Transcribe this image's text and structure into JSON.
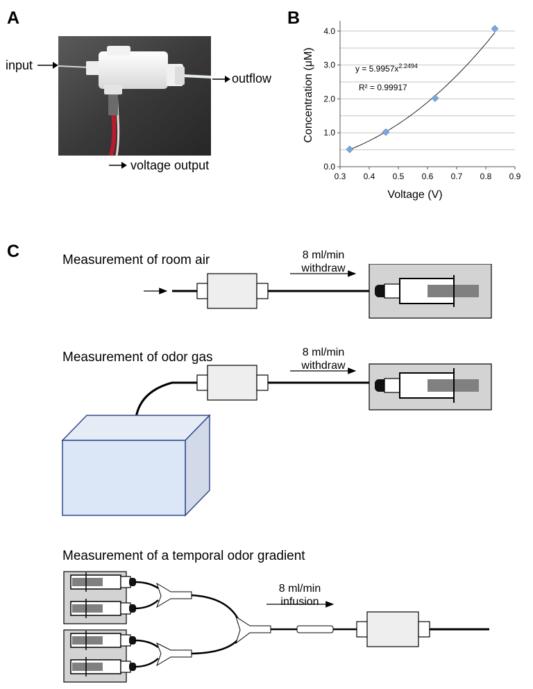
{
  "panels": {
    "a": "A",
    "b": "B",
    "c": "C"
  },
  "panel_a": {
    "input_label": "input",
    "outflow_label": "outflow",
    "voltage_label": "voltage output"
  },
  "chart_data": {
    "type": "scatter",
    "xlabel": "Voltage (V)",
    "ylabel": "Concentration (μM)",
    "xlim": [
      0.3,
      0.9
    ],
    "ylim": [
      0,
      4.2
    ],
    "x_ticks": [
      "0.3",
      "0.4",
      "0.5",
      "0.6",
      "0.7",
      "0.8",
      "0.9"
    ],
    "y_ticks": [
      "0.0",
      "1.0",
      "2.0",
      "3.0",
      "4.0"
    ],
    "grid": true,
    "points": [
      {
        "x": 0.333,
        "y": 0.51
      },
      {
        "x": 0.457,
        "y": 1.02
      },
      {
        "x": 0.626,
        "y": 2.02
      },
      {
        "x": 0.831,
        "y": 4.07
      }
    ],
    "fit": {
      "type": "power",
      "a": 5.9957,
      "b": 2.2494
    },
    "equation_base": "y = 5.9957x",
    "equation_exp": "2.2494",
    "r2_text": "R² = 0.99917",
    "marker_color": "#7ba7d9"
  },
  "panel_c": {
    "room_air": {
      "title": "Measurement of room air",
      "rate": "8 ml/min",
      "mode": "withdraw"
    },
    "odor_gas": {
      "title": "Measurement of odor gas",
      "rate": "8 ml/min",
      "mode": "withdraw"
    },
    "gradient": {
      "title": "Measurement of a temporal odor gradient",
      "rate": "8 ml/min",
      "mode": "infusion"
    }
  }
}
